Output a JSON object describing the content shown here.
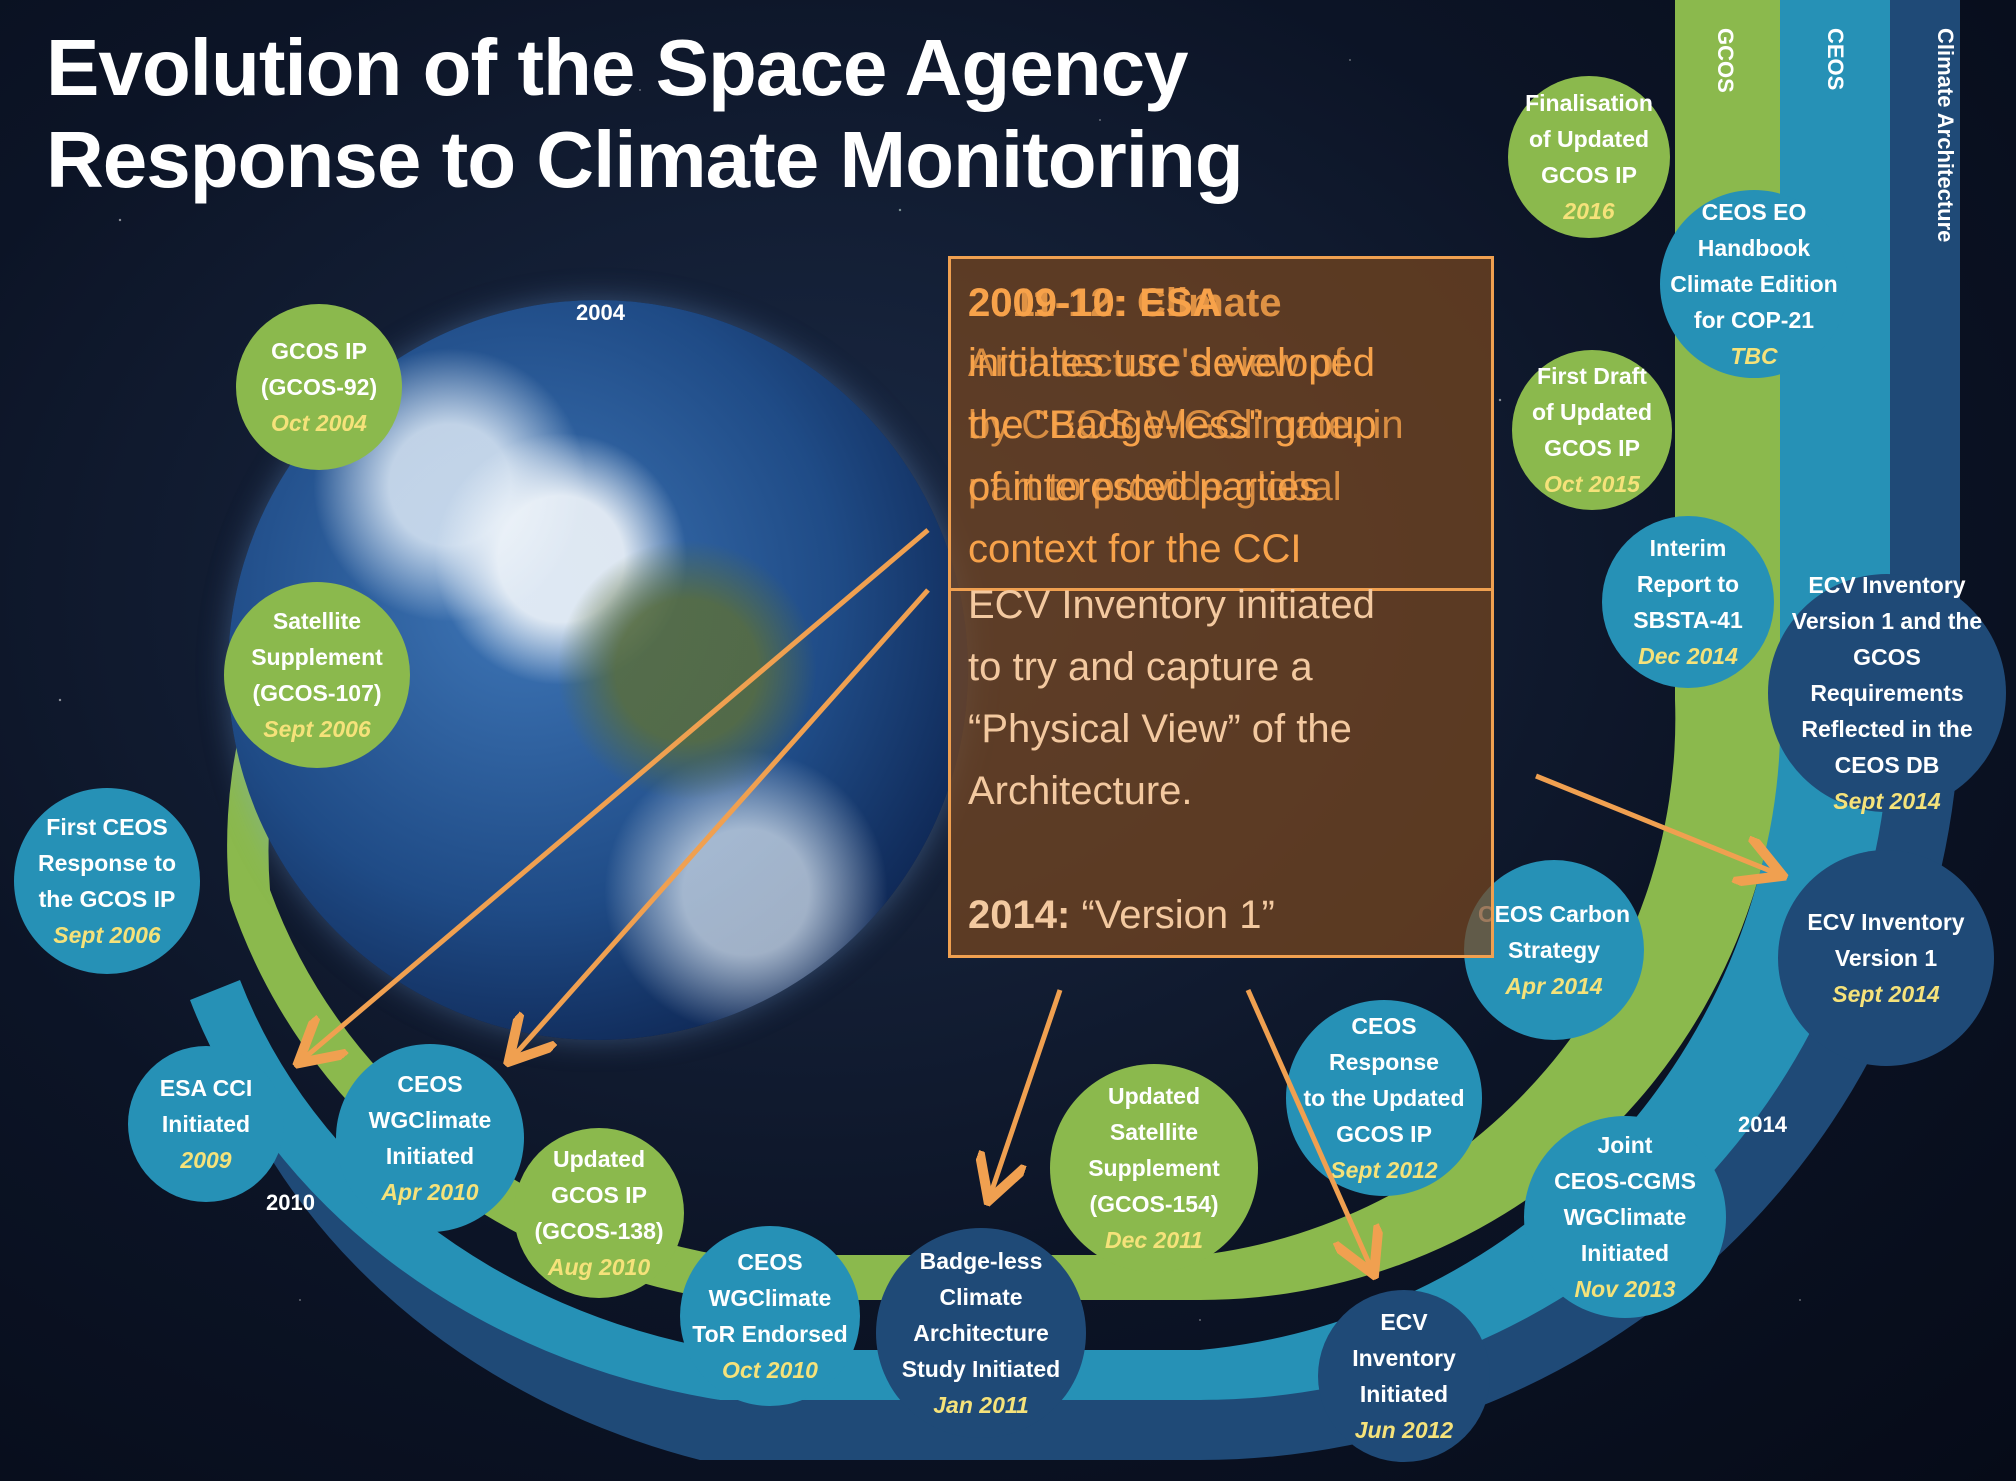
{
  "title": {
    "line1": "Evolution of the Space Agency",
    "line2": "Response to Climate Monitoring"
  },
  "years": {
    "y2004": "2004",
    "y2010": "2010",
    "y2014": "2014"
  },
  "band_labels": {
    "gcos": "GCOS",
    "ceos": "CEOS",
    "climate_architecture": "Climate Architecture"
  },
  "milestones": [
    {
      "id": "gcos-ip-2004",
      "lines": [
        "GCOS IP",
        "(GCOS-92)"
      ],
      "date": "Oct 2004",
      "band": "green"
    },
    {
      "id": "satellite-supplement",
      "lines": [
        "Satellite",
        "Supplement",
        "(GCOS-107)"
      ],
      "date": "Sept 2006",
      "band": "green"
    },
    {
      "id": "first-ceos-response",
      "lines": [
        "First CEOS",
        "Response to",
        "the GCOS IP"
      ],
      "date": "Sept 2006",
      "band": "teal"
    },
    {
      "id": "esa-cci",
      "lines": [
        "ESA CCI",
        "Initiated"
      ],
      "date": "2009",
      "band": "teal"
    },
    {
      "id": "ceos-wgclimate-initiated",
      "lines": [
        "CEOS",
        "WGClimate",
        "Initiated"
      ],
      "date": "Apr 2010",
      "band": "teal"
    },
    {
      "id": "updated-gcos-ip-2010",
      "lines": [
        "Updated",
        "GCOS IP",
        "(GCOS-138)"
      ],
      "date": "Aug 2010",
      "band": "green"
    },
    {
      "id": "wgclimate-tor",
      "lines": [
        "CEOS",
        "WGClimate",
        "ToR Endorsed"
      ],
      "date": "Oct 2010",
      "band": "teal"
    },
    {
      "id": "badgeless-study",
      "lines": [
        "Badge-less",
        "Climate",
        "Architecture",
        "Study Initiated"
      ],
      "date": "Jan 2011",
      "band": "dark"
    },
    {
      "id": "updated-satellite-supplement",
      "lines": [
        "Updated",
        "Satellite",
        "Supplement",
        "(GCOS-154)"
      ],
      "date": "Dec 2011",
      "band": "green"
    },
    {
      "id": "ecv-inventory-initiated",
      "lines": [
        "ECV",
        "Inventory",
        "Initiated"
      ],
      "date": "Jun 2012",
      "band": "dark"
    },
    {
      "id": "ceos-response-updated",
      "lines": [
        "CEOS Response",
        "to the Updated",
        "GCOS IP"
      ],
      "date": "Sept 2012",
      "band": "teal"
    },
    {
      "id": "joint-ceos-cgms",
      "lines": [
        "Joint",
        "CEOS-CGMS",
        "WGClimate",
        "Initiated"
      ],
      "date": "Nov 2013",
      "band": "teal"
    },
    {
      "id": "ceos-carbon-strategy",
      "lines": [
        "CEOS Carbon",
        "Strategy"
      ],
      "date": "Apr 2014",
      "band": "teal"
    },
    {
      "id": "ecv-inventory-v1",
      "lines": [
        "ECV Inventory",
        "Version 1"
      ],
      "date": "Sept 2014",
      "band": "dark"
    },
    {
      "id": "ecv-inventory-v1-gcos",
      "lines": [
        "ECV Inventory",
        "Version 1 and the",
        "GCOS Requirements",
        "Reflected in the",
        "CEOS DB"
      ],
      "date": "Sept 2014",
      "band": "dark"
    },
    {
      "id": "interim-report",
      "lines": [
        "Interim",
        "Report to",
        "SBSTA-41"
      ],
      "date": "Dec 2014",
      "band": "teal"
    },
    {
      "id": "first-draft-gcos-ip",
      "lines": [
        "First Draft",
        "of Updated",
        "GCOS IP"
      ],
      "date": "Oct 2015",
      "band": "green"
    },
    {
      "id": "ceos-eo-handbook",
      "lines": [
        "CEOS EO",
        "Handbook",
        "Climate Edition",
        "for COP-21"
      ],
      "date": "TBC",
      "band": "teal"
    },
    {
      "id": "finalisation-gcos-ip",
      "lines": [
        "Finalisation",
        "of Updated",
        "GCOS IP"
      ],
      "date": "2016",
      "band": "green"
    }
  ],
  "callout": {
    "overlap_line1": "2009-10: ESA",
    "overlap_line1b": "2011-12: Climate",
    "overlap_line2a": "initiates use developed",
    "overlap_line2b": "Architecture's view of",
    "overlap_line3a": "the \"Badge-less\" group",
    "overlap_line3b": "by CEOS WGClimate, in",
    "overlap_line4a": "of interested parties",
    "overlap_line4b": "part to provide global",
    "line5": "context for the CCI",
    "line6": "ECV Inventory initiated",
    "line7": "to try and capture a",
    "line8": "“Physical View” of the",
    "line9": "Architecture.",
    "line10_label": "2014:",
    "line10_text": "“Version 1”"
  },
  "colors": {
    "green_band": "#8bb94d",
    "teal_band": "#2691b6",
    "dark_band": "#1f4a77",
    "arrow": "#f0a050",
    "date_text": "#f5e27a"
  }
}
